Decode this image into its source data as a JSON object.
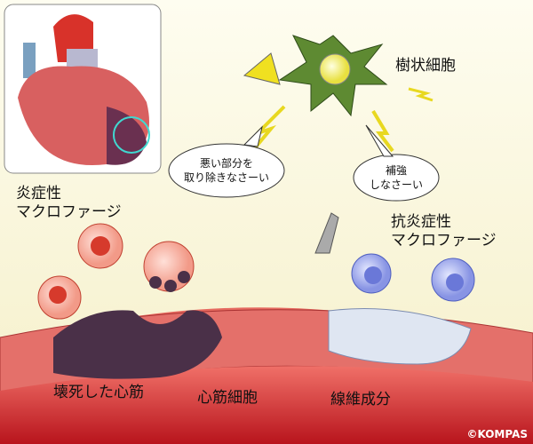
{
  "labels": {
    "dendritic_cell": "樹状細胞",
    "inflammatory_macrophage": [
      "炎症性",
      "マクロファージ"
    ],
    "anti_inflammatory_macrophage": [
      "抗炎症性",
      "マクロファージ"
    ],
    "necrotic_myocardium": "壊死した心筋",
    "cardiomyocyte": "心筋細胞",
    "fibrous_component": "線維成分"
  },
  "bubbles": {
    "remove": [
      "悪い部分を",
      "取り除きなさーい"
    ],
    "reinforce": [
      "補強",
      "しなさーい"
    ]
  },
  "copyright": "©KOMPAS",
  "colors": {
    "background": "#fbf8dc",
    "muscle": "#e0605a",
    "necrosis": "#4a3048",
    "macrophage_red": "#d63a2c",
    "macrophage_blue": "#6a78d8",
    "dendritic": "#4e7a2a"
  }
}
